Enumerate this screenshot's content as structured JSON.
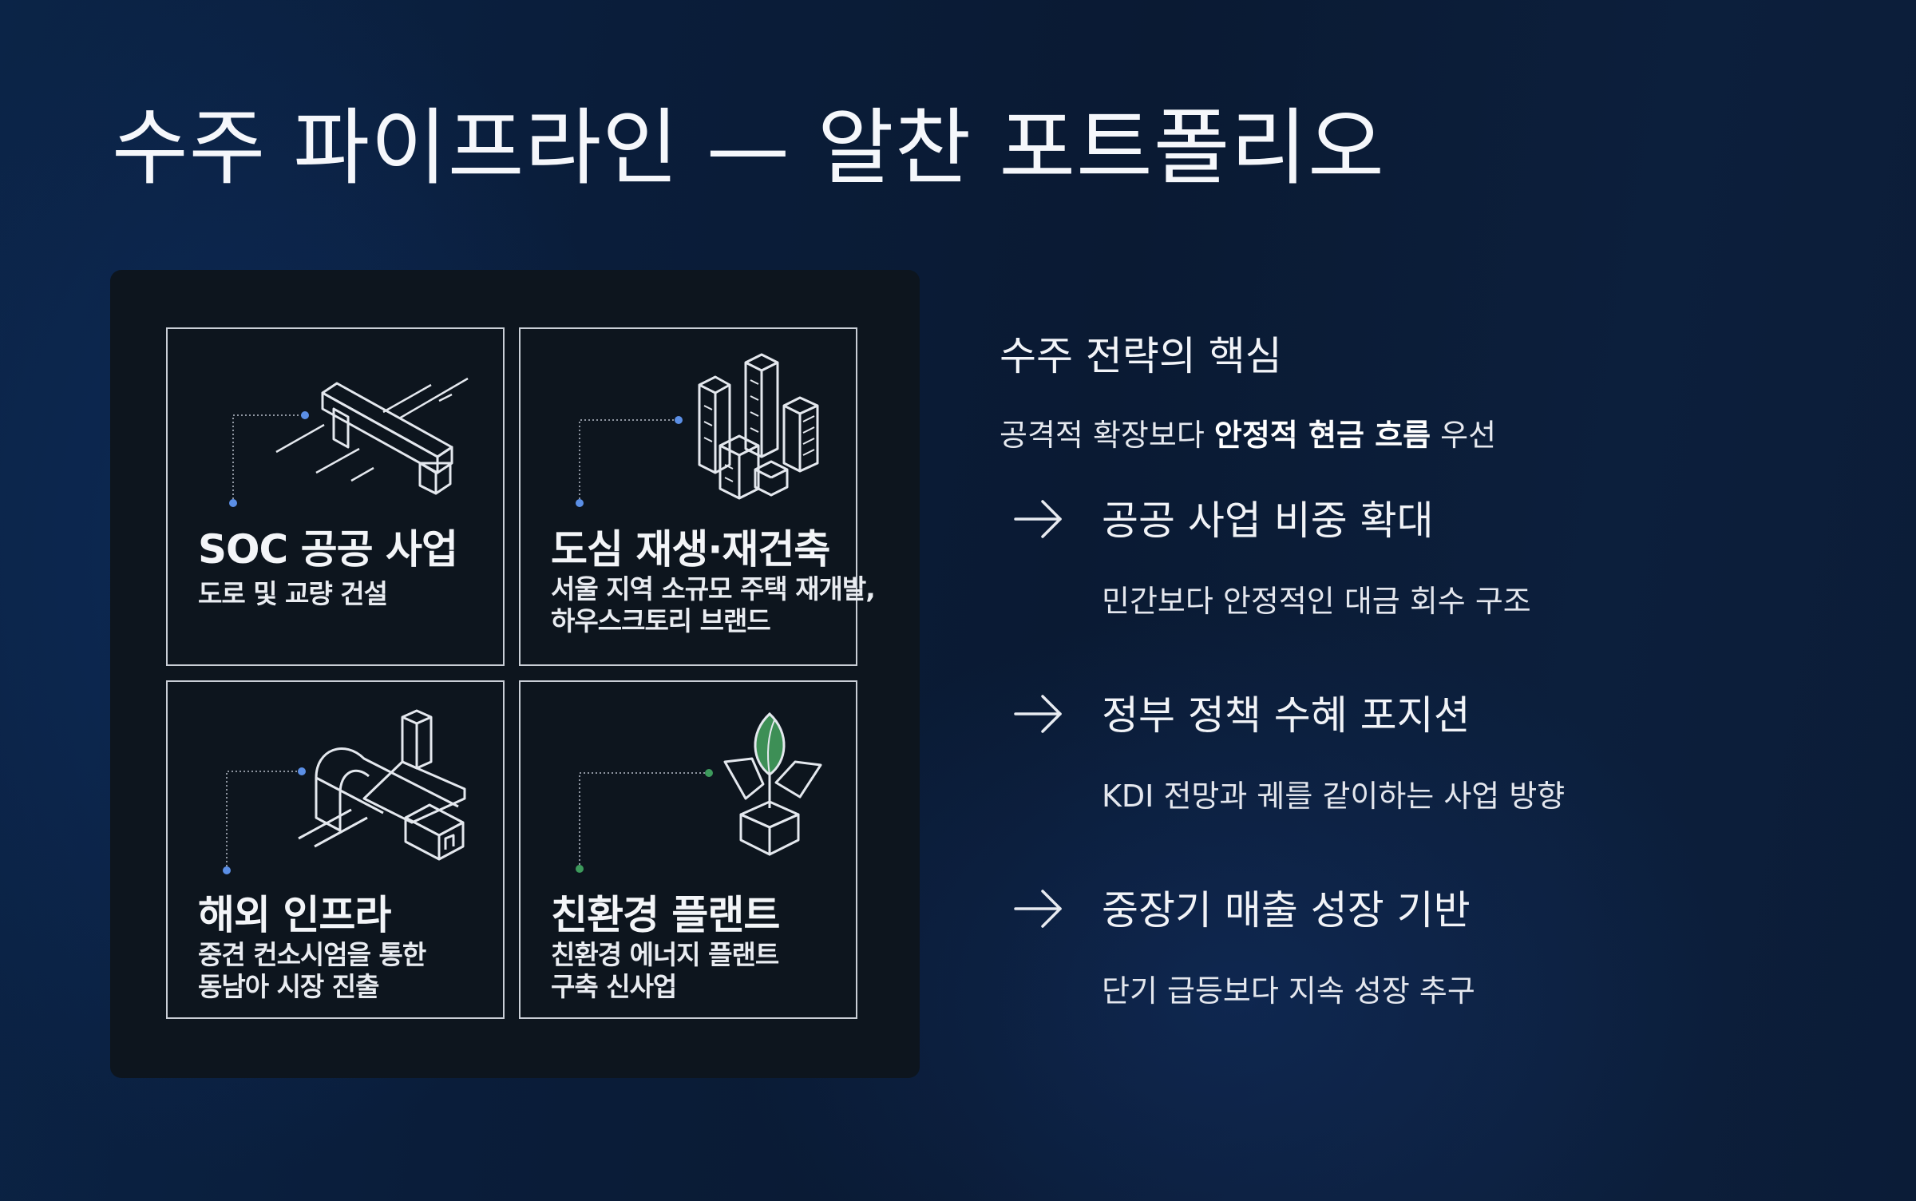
{
  "slide": {
    "title": "수주 파이프라인 — 알찬 포트폴리오"
  },
  "cards": [
    {
      "title": "SOC 공공 사업",
      "sub": [
        "도로 및 교량 건설"
      ],
      "icon": "bridge-icon",
      "accent": "#5b8fe6"
    },
    {
      "title": "도심 재생·재건축",
      "sub": [
        "서울 지역 소규모 주택 재개발,",
        "하우스크토리 브랜드"
      ],
      "icon": "buildings-icon",
      "accent": "#5b8fe6"
    },
    {
      "title": "해외 인프라",
      "sub": [
        "중견 컨소시엄을 통한",
        "동남아 시장 진출"
      ],
      "icon": "tunnel-infrastructure-icon",
      "accent": "#5b8fe6"
    },
    {
      "title": "친환경 플랜트",
      "sub": [
        "친환경 에너지 플랜트",
        "구축 신사업"
      ],
      "icon": "plant-sprout-icon",
      "accent": "#3d9a5c"
    }
  ],
  "strategy": {
    "heading": "수주 전략의 핵심",
    "lead_prefix": "공격적 확장보다 ",
    "lead_bold": "안정적 현금 흐름",
    "lead_suffix": " 우선",
    "items": [
      {
        "title": "공공 사업 비중 확대",
        "desc": "민간보다 안정적인 대금 회수 구조"
      },
      {
        "title": "정부 정책 수혜 포지션",
        "desc": "KDI 전망과 궤를 같이하는 사업 방향"
      },
      {
        "title": "중장기 매출 성장 기반",
        "desc": "단기 급등보다 지속 성장 추구"
      }
    ]
  },
  "colors": {
    "background": "#0a1d3a",
    "panel": "#0d151e",
    "card_border": "#c9ced6",
    "blue_accent": "#5b8fe6",
    "green_accent": "#3d9a5c"
  }
}
